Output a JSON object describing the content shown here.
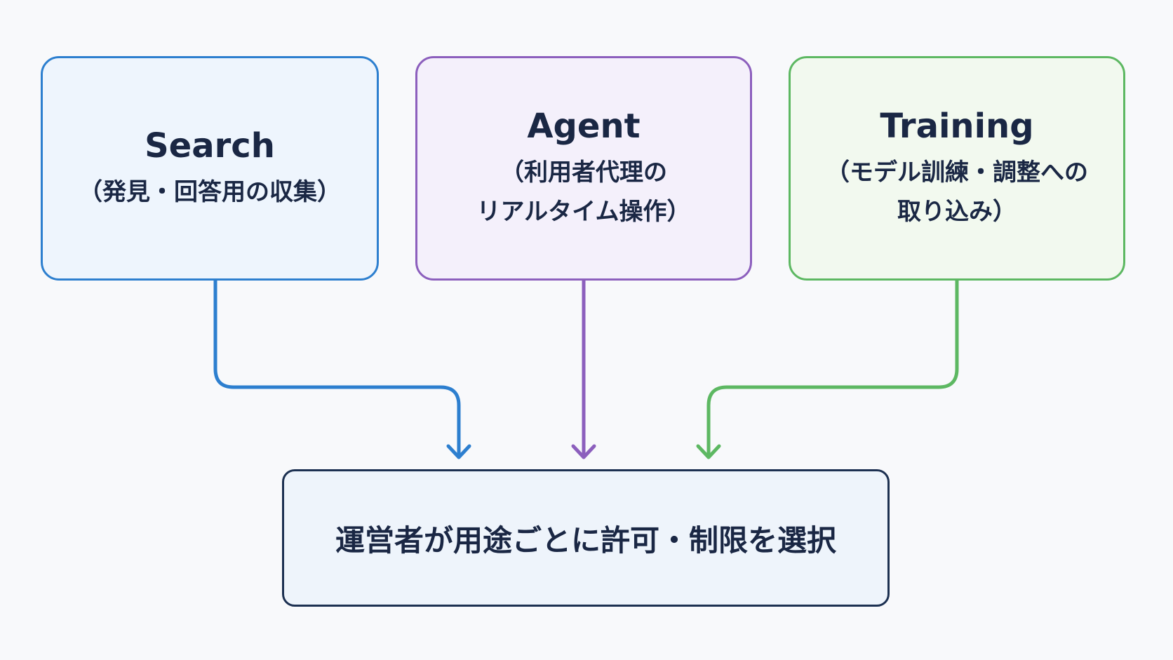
{
  "boxes": [
    {
      "id": "search",
      "title": "Search",
      "lines": [
        "（発見・回答用の収集）"
      ],
      "color": "#2d7fcf"
    },
    {
      "id": "agent",
      "title": "Agent",
      "lines": [
        "（利用者代理の",
        "リアルタイム操作）"
      ],
      "color": "#8c5fbd"
    },
    {
      "id": "training",
      "title": "Training",
      "lines": [
        "（モデル訓練・調整への",
        "取り込み）"
      ],
      "color": "#5db862"
    }
  ],
  "result": {
    "text": "運営者が用途ごとに許可・制限を選択",
    "color": "#1c3051"
  }
}
